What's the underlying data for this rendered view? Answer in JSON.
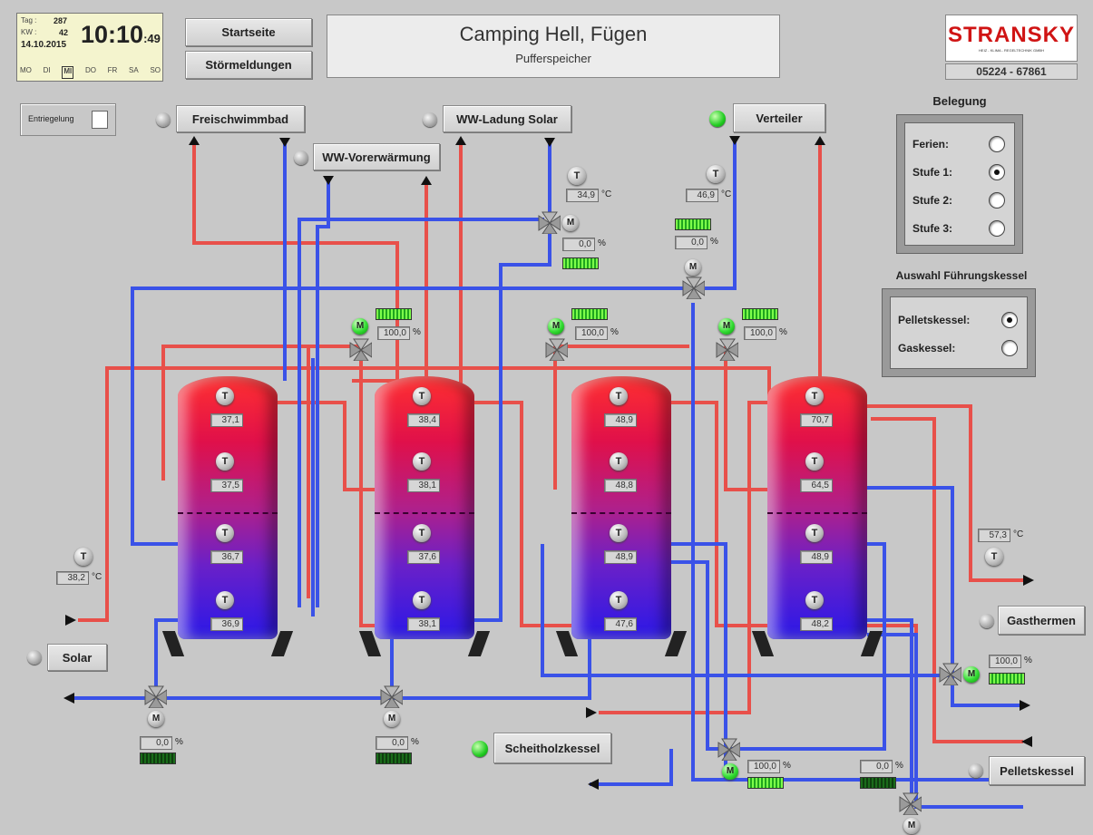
{
  "header": {
    "tag_label": "Tag :",
    "tag_value": "287",
    "kw_label": "KW :",
    "kw_value": "42",
    "date": "14.10.2015",
    "time_hm": "10:10",
    "time_s": ":49",
    "days": [
      "MO",
      "DI",
      "MI",
      "DO",
      "FR",
      "SA",
      "SO"
    ],
    "active_day": "MI",
    "start_label": "Startseite",
    "fault_label": "Störmeldungen",
    "title": "Camping Hell, Fügen",
    "subtitle": "Pufferspeicher",
    "logo_text": "STRANSKY",
    "logo_sub": "HEIZ - KLIMA - REGELTECHNIK GMBH",
    "phone": "05224 - 67861"
  },
  "entriegelung_label": "Entriegelung",
  "circuits": {
    "freischwimmbad": "Freischwimmbad",
    "ww_vorerwaermung": "WW-Vorerwärmung",
    "ww_ladung_solar": "WW-Ladung Solar",
    "verteiler": "Verteiler",
    "solar": "Solar",
    "gasthermen": "Gasthermen",
    "scheitholzkessel": "Scheitholzkessel",
    "pelletskessel": "Pelletskessel"
  },
  "belegung": {
    "title": "Belegung",
    "options": [
      "Ferien:",
      "Stufe 1:",
      "Stufe 2:",
      "Stufe 3:"
    ],
    "selected": "Stufe 1:"
  },
  "fuehrung": {
    "title": "Auswahl Führungskessel",
    "options": [
      "Pelletskessel:",
      "Gaskessel:"
    ],
    "selected": "Pelletskessel:"
  },
  "tanks": [
    {
      "temps": [
        "37,1",
        "37,5",
        "36,7",
        "36,9"
      ]
    },
    {
      "temps": [
        "38,4",
        "38,1",
        "37,6",
        "38,1"
      ]
    },
    {
      "temps": [
        "48,9",
        "48,8",
        "48,9",
        "47,6"
      ]
    },
    {
      "temps": [
        "70,7",
        "64,5",
        "48,9",
        "48,2"
      ]
    }
  ],
  "sensors": {
    "ww_solar_temp": "34,9",
    "verteiler_temp": "46,9",
    "solar_temp": "38,2",
    "gasthermen_temp": "57,3",
    "unit_c": "°C",
    "unit_pct": "%"
  },
  "valves": {
    "ww_solar": "0,0",
    "verteiler": "0,0",
    "mix1": "100,0",
    "mix2": "100,0",
    "mix3": "100,0",
    "solar": "0,0",
    "tank2_bottom": "0,0",
    "gasthermen": "100,0",
    "scheitholz": "100,0",
    "pellets": "0,0"
  },
  "glyphs": {
    "t": "T",
    "m": "M"
  }
}
